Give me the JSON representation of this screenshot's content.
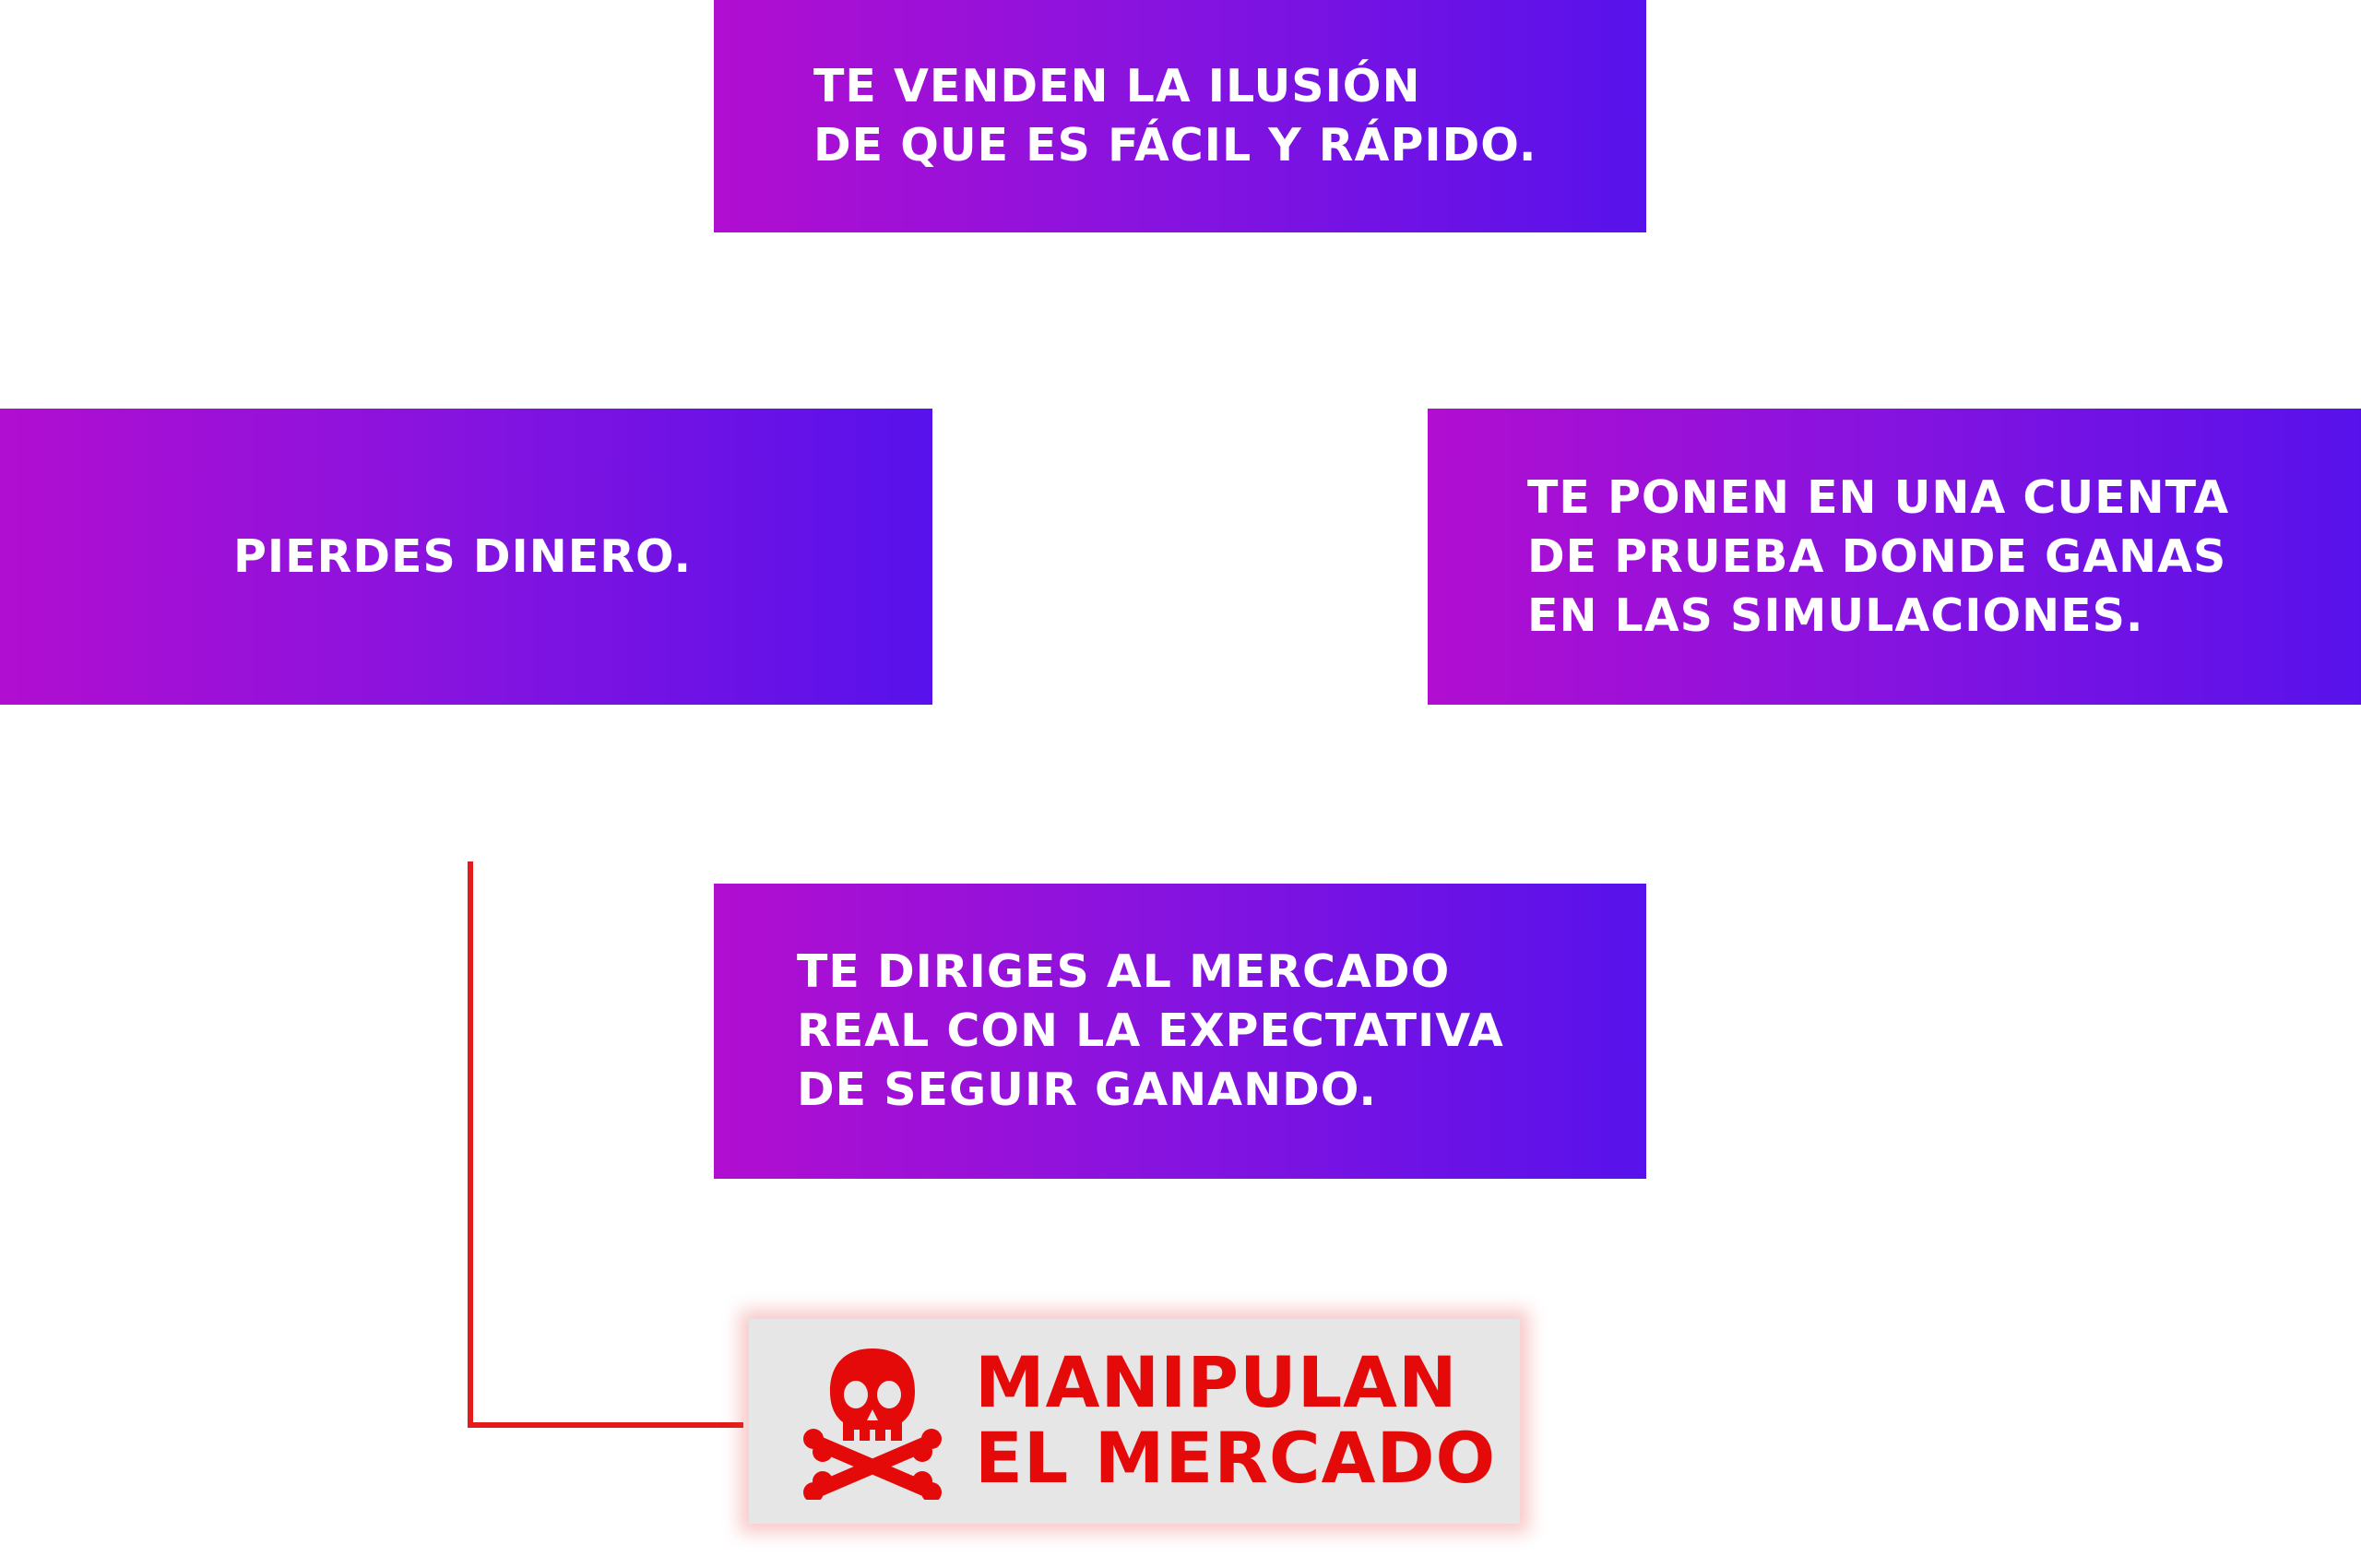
{
  "steps": [
    {
      "lines": [
        "TE VENDEN LA ILUSIÓN",
        "DE QUE ES FÁCIL Y RÁPIDO."
      ]
    },
    {
      "lines": [
        "TE PONEN EN UNA CUENTA",
        "DE PRUEBA DONDE GANAS",
        "EN LAS SIMULACIONES."
      ]
    },
    {
      "lines": [
        "TE DIRIGES AL MERCADO",
        "REAL CON LA EXPECTATIVA",
        "DE SEGUIR GANANDO."
      ]
    },
    {
      "lines": [
        "PIERDES DINERO."
      ]
    }
  ],
  "alert": {
    "lines": [
      "MANIPULAN",
      "EL MERCADO"
    ],
    "icon": "skull-crossbones-icon",
    "color": "#e50a0a"
  },
  "colors": {
    "gradient_start": "#b10ed0",
    "gradient_end": "#5712eb",
    "connector": "#e31b1b"
  }
}
